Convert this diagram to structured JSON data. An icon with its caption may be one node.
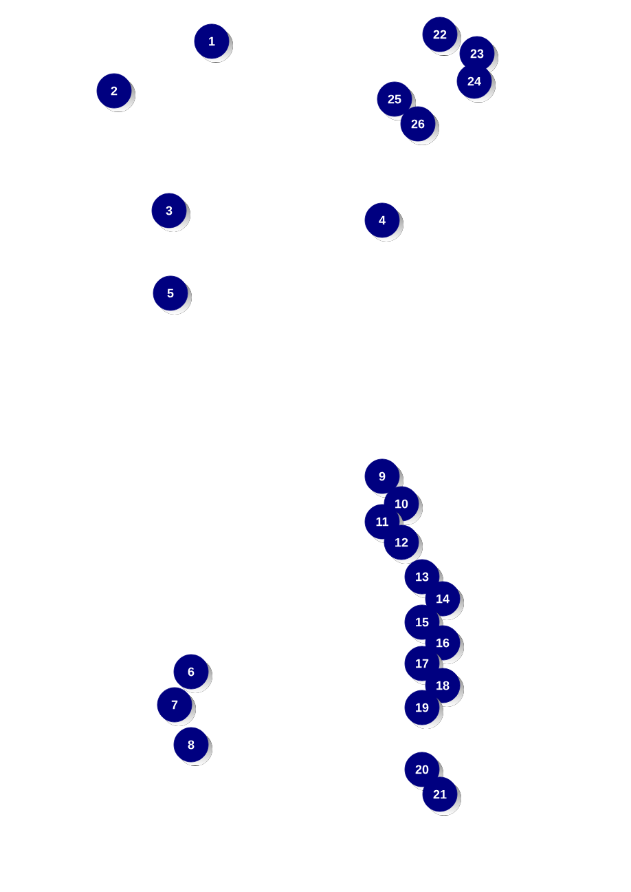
{
  "diagram": {
    "labels": [
      "1",
      "2",
      "3",
      "4",
      "5",
      "6",
      "7",
      "8",
      "9",
      "10",
      "11",
      "12",
      "13",
      "14",
      "15",
      "16",
      "17",
      "18",
      "19",
      "20",
      "21",
      "22",
      "23",
      "24",
      "25",
      "26"
    ]
  }
}
